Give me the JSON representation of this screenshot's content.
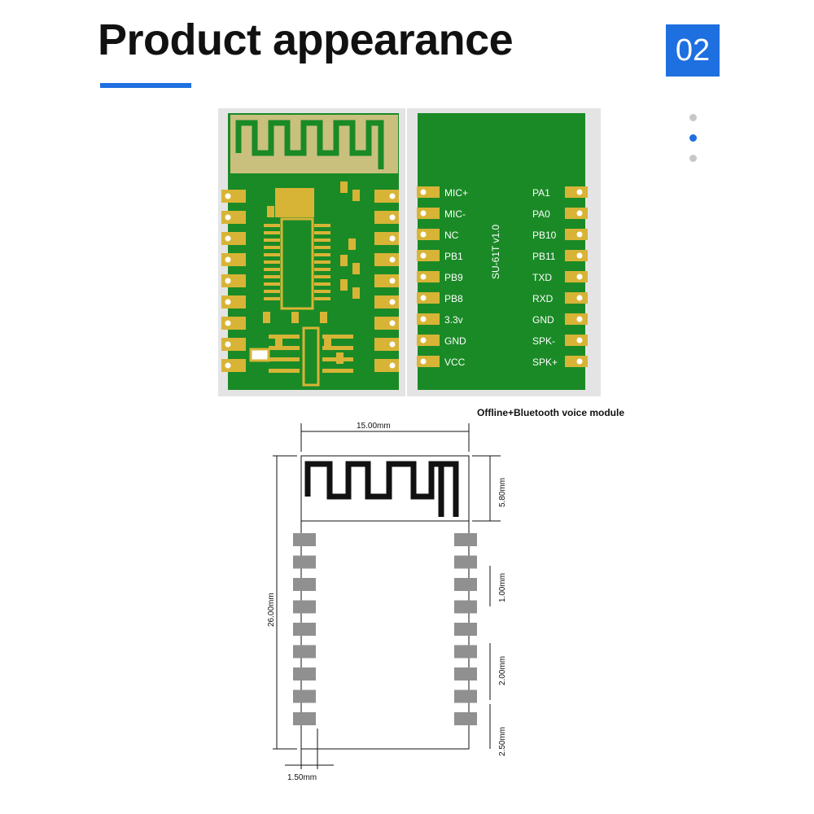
{
  "header": {
    "title": "Product appearance",
    "page_number": "02",
    "accent_color": "#1e6fe0",
    "pager_dots": 3,
    "pager_active": 2
  },
  "module": {
    "pcb_color": "#1a8a26",
    "pad_color": "#d8b436",
    "silkscreen": "SU-61T v1.0",
    "left_pins": [
      "MIC+",
      "MIC-",
      "NC",
      "PB1",
      "PB9",
      "PB8",
      "3.3v",
      "GND",
      "VCC"
    ],
    "right_pins": [
      "PA1",
      "PA0",
      "PB10",
      "PB11",
      "TXD",
      "RXD",
      "GND",
      "SPK-",
      "SPK+"
    ]
  },
  "caption": "Offline+Bluetooth voice module",
  "dimensions": {
    "width": "15.00mm",
    "height": "26.00mm",
    "antenna": "5.80mm",
    "pad_width": "1.00mm",
    "pitch": "2.00mm",
    "edge": "2.50mm",
    "pad_offset": "1.50mm"
  }
}
